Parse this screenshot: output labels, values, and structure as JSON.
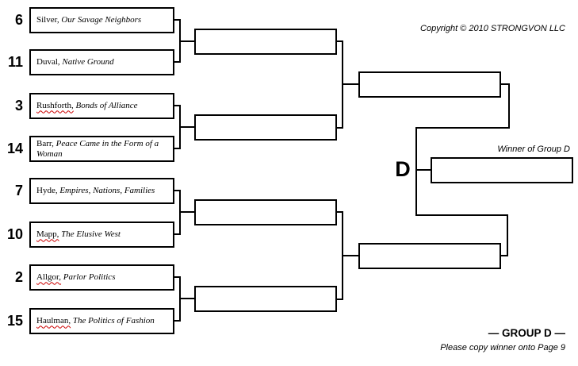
{
  "header": {
    "copyright": "Copyright © 2010 STRONGVON LLC"
  },
  "bracket": {
    "entries": [
      {
        "seed": "6",
        "author": "Silver,",
        "title": "Our Savage Neighbors",
        "spellcheck_underline": false
      },
      {
        "seed": "11",
        "author": "Duval,",
        "title": "Native Ground",
        "spellcheck_underline": false
      },
      {
        "seed": "3",
        "author": "Rushforth,",
        "title": "Bonds of Alliance",
        "spellcheck_underline": true
      },
      {
        "seed": "14",
        "author": "Barr,",
        "title": "Peace Came in the Form of a Woman",
        "spellcheck_underline": false
      },
      {
        "seed": "7",
        "author": "Hyde,",
        "title": "Empires, Nations, Families",
        "spellcheck_underline": false
      },
      {
        "seed": "10",
        "author": "Mapp,",
        "title": "The Elusive West",
        "spellcheck_underline": true
      },
      {
        "seed": "2",
        "author": "Allgor,",
        "title": "Parlor Politics",
        "spellcheck_underline": true
      },
      {
        "seed": "15",
        "author": "Haulman,",
        "title": "The Politics of Fashion",
        "spellcheck_underline": true
      }
    ]
  },
  "final": {
    "group_letter": "D",
    "winner_label": "Winner of Group D"
  },
  "footer": {
    "group_label": "— GROUP D —",
    "instruction": "Please copy winner onto Page 9"
  },
  "colors": {
    "line": "#000000",
    "background": "#ffffff",
    "spellcheck": "#cc0000"
  }
}
